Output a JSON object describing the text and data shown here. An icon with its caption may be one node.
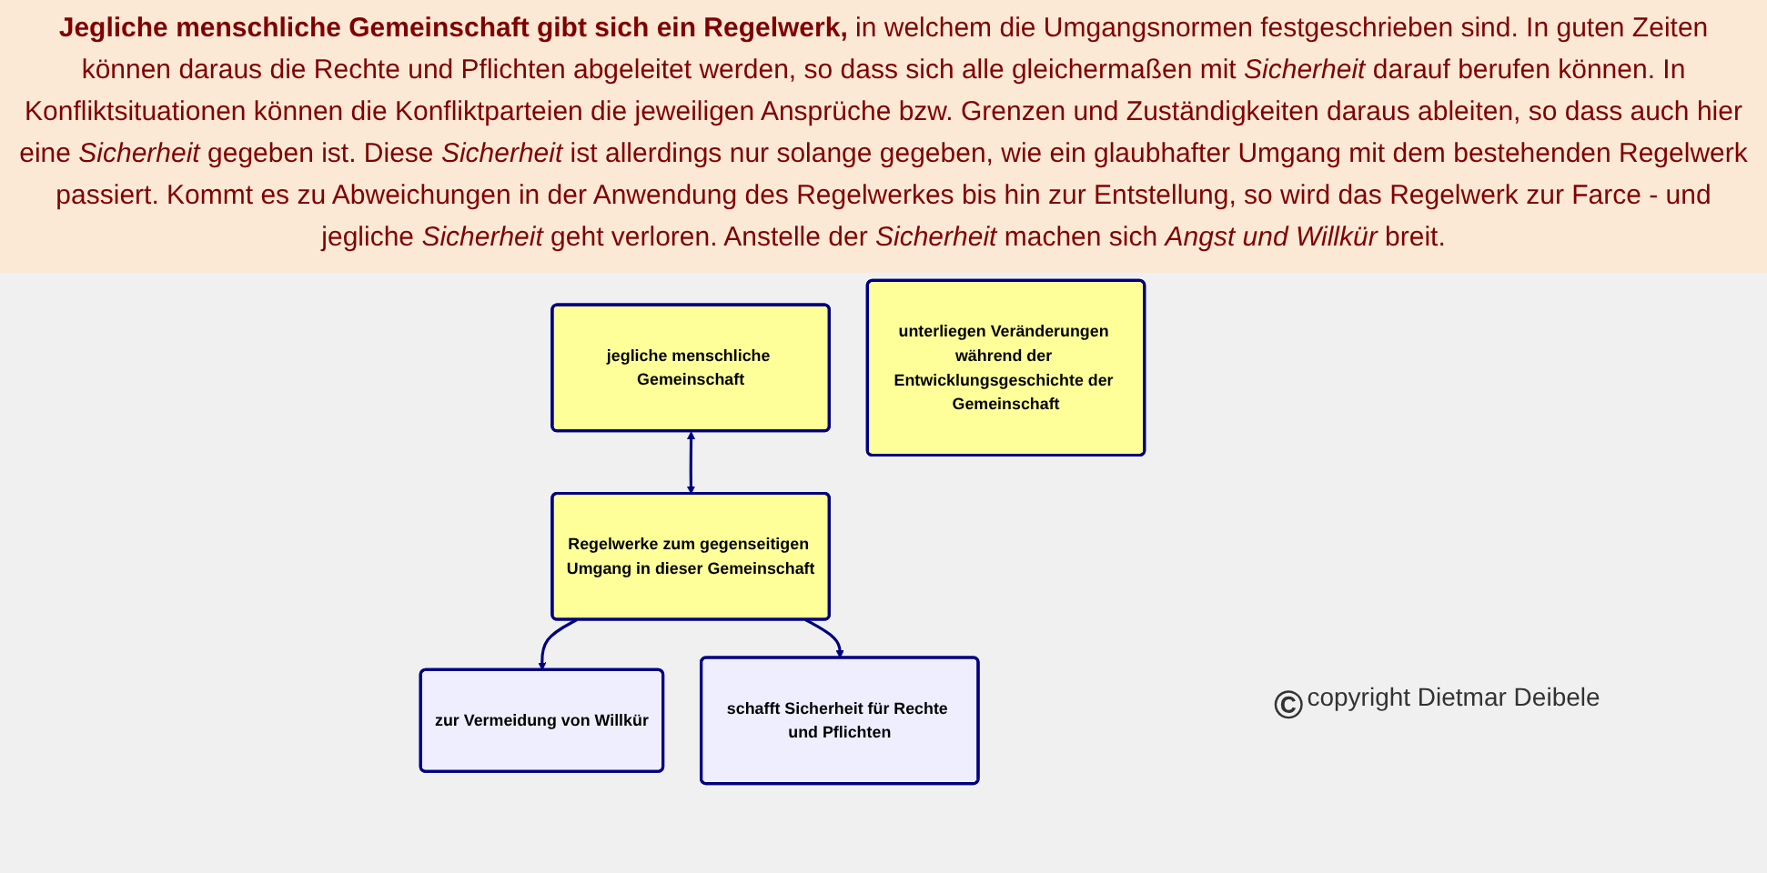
{
  "diagram": {
    "title": "**Jegliche menschliche Gemeinschaft gibt sich ein Regelwerk,** in welchem die Umgangsnormen festgeschrieben sind. In guten Zeiten können daraus die Rechte und Pflichten abgeleitet werden, so dass sich alle gleichermaßen mit *Sicherheit* darauf berufen können. In Konfliktsituationen können die Konfliktparteien die jeweiligen Ansprüche bzw. Grenzen und Zuständigkeiten daraus ableiten, so dass auch hier eine *Sicherheit* gegeben ist. Diese *Sicherheit* ist allerdings nur solange gegeben, wie ein glaubhafter Umgang mit dem bestehenden Regelwerk passiert. Kommt es zu Abweichungen in der Anwendung des Regelwerkes bis hin zur Entstellung, so wird das Regelwerk zur Farce - und jegliche *Sicherheit* geht verloren. Anstelle der *Sicherheit* machen sich *Angst und Willkür* breit.",
    "nodes": [
      {
        "text": [
          "jegliche menschliche Gemeinschaft"
        ]
      },
      {
        "text": [
          "Regelwerke zum gegenseitigen Umgang in dieser Gemeinschaft"
        ]
      },
      {
        "text": [
          "zur Vermeidung von Willkür"
        ]
      },
      {
        "text": [
          "schafft Sicherheit für Rechte und Pflichten"
        ]
      },
      {
        "text": [
          "unterliegen Veränderungen während der Entwicklungsgeschichte der Gemeinschaft"
        ]
      }
    ],
    "edges": [
      {
        "from": 0,
        "to": 1,
        "arrow": "both"
      },
      {
        "from": 1,
        "to": 2,
        "arrow": "to"
      },
      {
        "from": 1,
        "to": 3,
        "arrow": "to"
      }
    ],
    "labels": [
      "©",
      "copyright Dietmar Deibele"
    ]
  }
}
